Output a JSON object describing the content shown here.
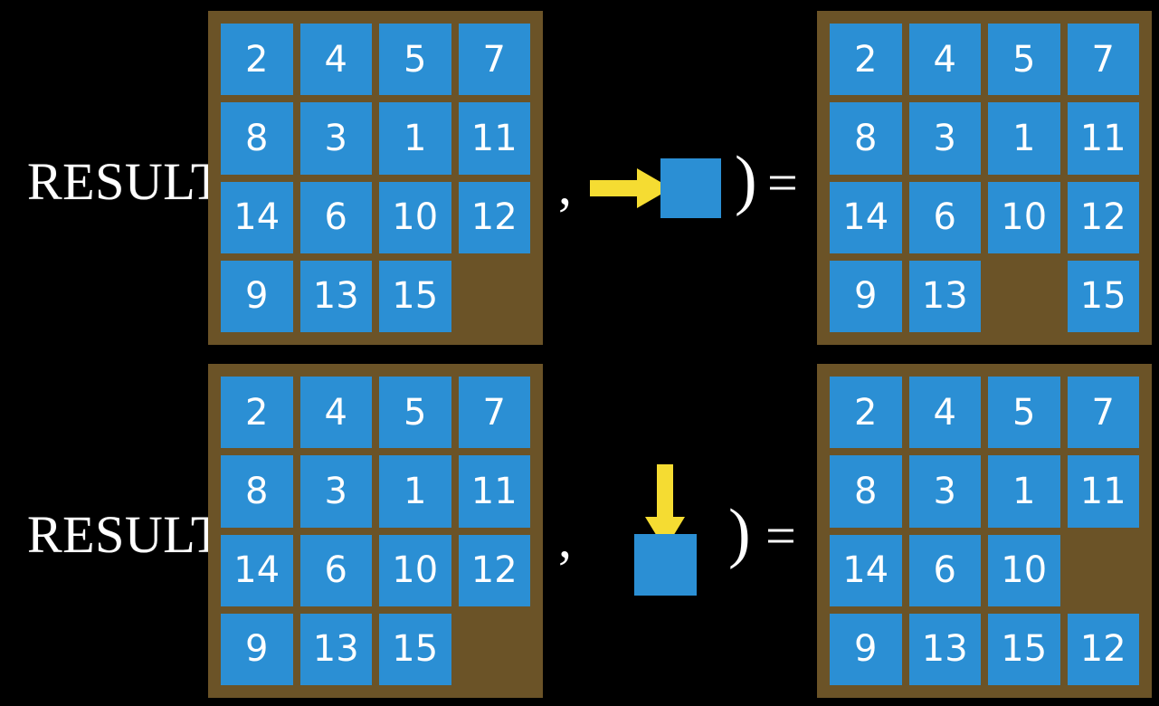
{
  "page": {
    "background_color": "#000000",
    "board_color": "#6b5327",
    "tile_color": "#2b8fd4",
    "tile_text_color": "#ffffff",
    "arrow_color": "#f5dc32"
  },
  "rows": [
    {
      "id": "row-top",
      "label": "RESULT(",
      "comma": ",",
      "close_paren": ")",
      "equals": "=",
      "move": {
        "name": "move-right",
        "arrow_direction": "right",
        "arrow_color": "#f5dc32",
        "tile_label": ""
      },
      "input_grid": {
        "name": "input-board-top",
        "cells": [
          [
            "2",
            "4",
            "5",
            "7"
          ],
          [
            "8",
            "3",
            "1",
            "11"
          ],
          [
            "14",
            "6",
            "10",
            "12"
          ],
          [
            "9",
            "13",
            "15",
            ""
          ]
        ]
      },
      "output_grid": {
        "name": "output-board-top",
        "cells": [
          [
            "2",
            "4",
            "5",
            "7"
          ],
          [
            "8",
            "3",
            "1",
            "11"
          ],
          [
            "14",
            "6",
            "10",
            "12"
          ],
          [
            "9",
            "13",
            "",
            "15"
          ]
        ]
      }
    },
    {
      "id": "row-bottom",
      "label": "RESULT(",
      "comma": ",",
      "close_paren": ")",
      "equals": "=",
      "move": {
        "name": "move-down",
        "arrow_direction": "down",
        "arrow_color": "#f5dc32",
        "tile_label": ""
      },
      "input_grid": {
        "name": "input-board-bottom",
        "cells": [
          [
            "2",
            "4",
            "5",
            "7"
          ],
          [
            "8",
            "3",
            "1",
            "11"
          ],
          [
            "14",
            "6",
            "10",
            "12"
          ],
          [
            "9",
            "13",
            "15",
            ""
          ]
        ]
      },
      "output_grid": {
        "name": "output-board-bottom",
        "cells": [
          [
            "2",
            "4",
            "5",
            "7"
          ],
          [
            "8",
            "3",
            "1",
            "11"
          ],
          [
            "14",
            "6",
            "10",
            ""
          ],
          [
            "9",
            "13",
            "15",
            "12"
          ]
        ]
      }
    }
  ]
}
